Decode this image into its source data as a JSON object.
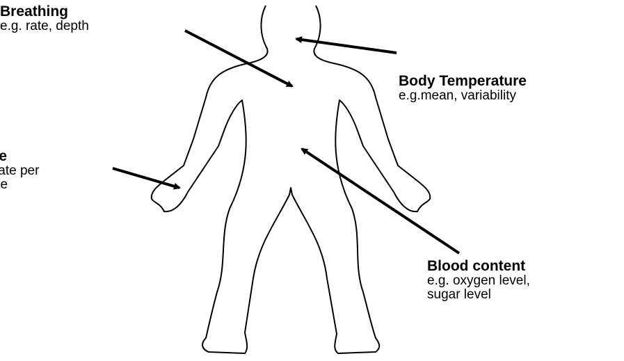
{
  "labels": {
    "breathing": {
      "title": "Breathing",
      "desc": [
        "e.g. rate, depth"
      ]
    },
    "temperature": {
      "title": "Body Temperature",
      "desc": [
        "e.g.mean, variability"
      ]
    },
    "pulse": {
      "title": "Pulse",
      "desc": [
        "e.g. rate per",
        "minute"
      ]
    },
    "blood": {
      "title": "Blood content",
      "desc": [
        "e.g. oxygen level,",
        "sugar level"
      ]
    }
  },
  "colors": {
    "outline": "#000000",
    "background": "#ffffff"
  }
}
